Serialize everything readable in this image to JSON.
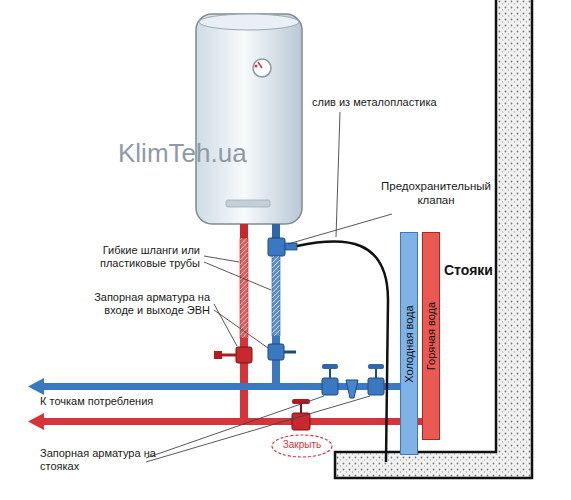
{
  "diagram": {
    "nodes": [
      {
        "text": [
          "Холодная вода"
        ]
      },
      {
        "text": [
          "Горячая вода"
        ]
      }
    ],
    "labels": [
      "KlimTeh.ua",
      "слив из металопластика",
      "Предохранительный клапан",
      "Гибкие шланги или пластиковые трубы",
      "Запорная арматура на входе и выходе ЭВН",
      "К точкам потребления",
      "Закрыть",
      "Запорная арматура на стояках",
      "Стояки"
    ]
  }
}
